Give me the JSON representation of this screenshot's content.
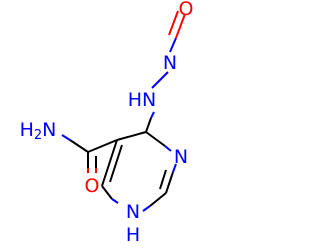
{
  "molecule": {
    "atoms": {
      "o_nitroso": "O",
      "n_nitroso": "N",
      "nh_amino": "HN",
      "nh2_amide": "H2N",
      "nh2_sub": "2",
      "n_ring": "N",
      "o_amide": "O",
      "nh_ring": "N",
      "nh_ring_h": "H"
    }
  },
  "colors": {
    "carbon_bond": "#000000",
    "nitrogen": "#0000ff",
    "oxygen": "#ff0000",
    "background": "#ffffff"
  }
}
